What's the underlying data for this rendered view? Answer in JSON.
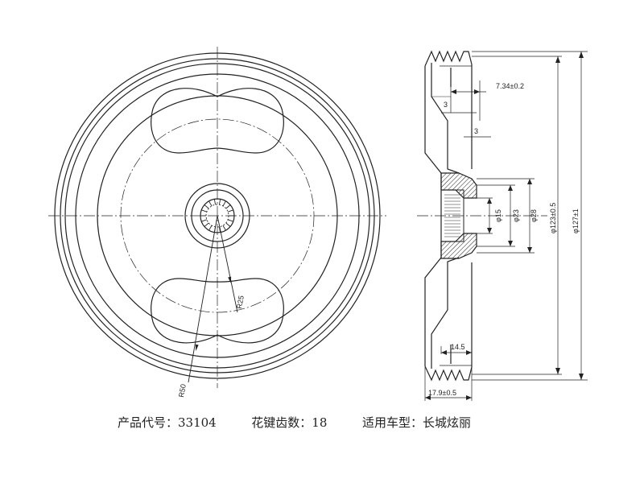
{
  "dimensions": {
    "r50": "R50",
    "r25": "R25",
    "groove_width": "3",
    "groove_depth": "3",
    "groove_offset": "7.34±0.2",
    "bore_d15": "φ15",
    "bore_d23": "φ23",
    "hub_d28": "φ28",
    "diameter_123": "φ123±0.5",
    "diameter_127": "φ127±1",
    "hub_width": "14.5",
    "total_width": "17.9±0.5"
  },
  "caption": {
    "part_no": "产品代号：33104",
    "spline_teeth": "花键齿数：18",
    "vehicle": "适用车型：长城炫丽"
  }
}
